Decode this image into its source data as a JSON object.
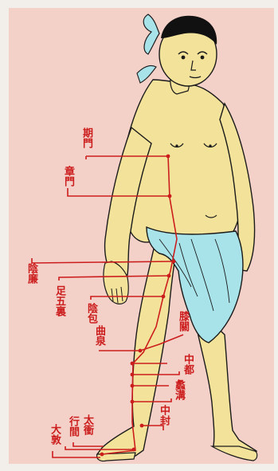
{
  "labels": {
    "qimen": "期門",
    "zhangmen": "章門",
    "yinlian": "陰廉",
    "zuwuli": "足五裏",
    "yinbao": "陰包",
    "xiguan": "膝關",
    "ququan": "曲泉",
    "zhongdu": "中都",
    "ligou": "蠡溝",
    "taichong": "太衝",
    "xingjian": "行間",
    "dadun": "大敦",
    "zhongfeng": "中封"
  },
  "colors": {
    "background": "#f2eee9",
    "panel": "#f3d0c8",
    "skin": "#f3e39a",
    "cloth": "#a9e3ea",
    "meridian": "#cc1d1d",
    "outline": "#1a1a1a"
  }
}
